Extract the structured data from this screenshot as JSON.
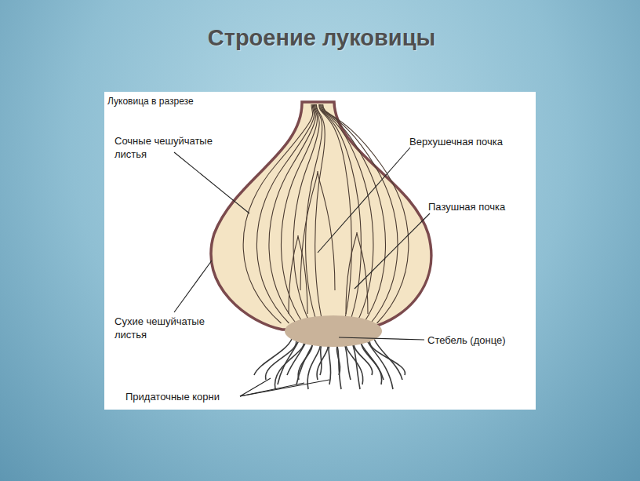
{
  "diagram": {
    "title": "Строение луковицы",
    "labels": [
      "Луковица в разрезе",
      "Сочные чешуйчатые листья",
      "Верхушечная почка",
      "Пазушная почка",
      "Сухие чешуйчатые листья",
      "Стебель (донце)",
      "Придаточные корни"
    ]
  }
}
